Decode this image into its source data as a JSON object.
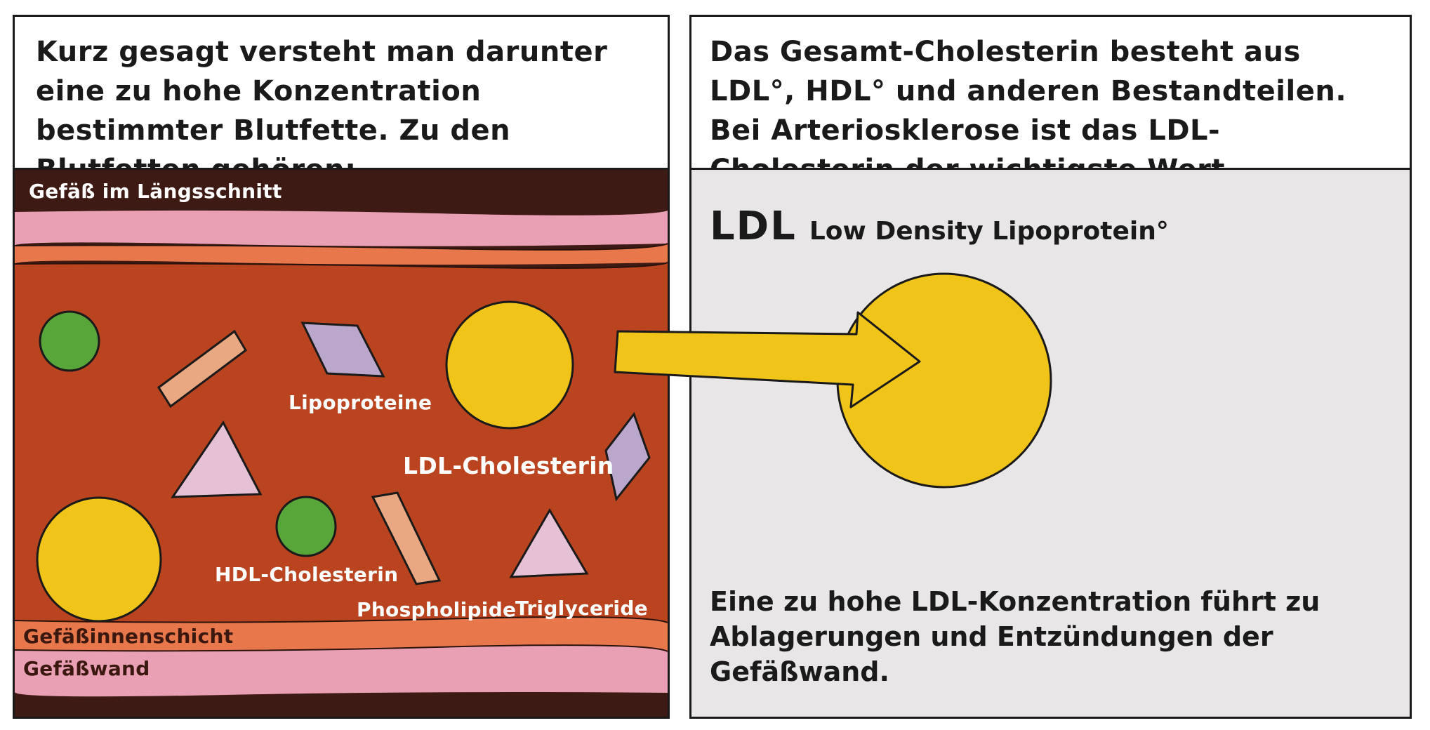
{
  "left_panel": {
    "caption": "Kurz gesagt versteht man darunter eine zu hohe Konzentration bestimmter Blutfette. Zu den Blutfetten gehören:",
    "vessel_title": "Gefäß im Längsschnitt",
    "labels": {
      "lipoproteine": "Lipoproteine",
      "ldl_cholesterin": "LDL-Cholesterin",
      "hdl_cholesterin": "HDL-Cholesterin",
      "phospholipide": "Phospholipide",
      "triglyceride": "Triglyceride",
      "innenschicht": "Gefäßinnenschicht",
      "gefaesswand": "Gefäßwand"
    }
  },
  "right_panel": {
    "caption": "Das Gesamt-Cholesterin besteht aus LDL°, HDL° und anderen Bestandteilen. Bei Arteriosklerose ist das LDL-Cholesterin der wichtigste Wert.",
    "ldl_abbr": "LDL",
    "ldl_full": "Low Density Lipoprotein°",
    "description": "Eine zu hohe LDL-Konzentration führt zu Ablagerungen und Entzündungen der Gefäßwand."
  },
  "colors": {
    "outer_wall": "#3d1a14",
    "pink_layer": "#eaa0b4",
    "orange_layer": "#e8784c",
    "blood": "#b9441f",
    "ldl_yellow": "#f0c419",
    "hdl_green": "#58a63a",
    "phospholipid": "#eaa882",
    "triglyceride": "#e6c0d4",
    "lipoprotein": "#bba6cc",
    "right_bg": "#e8e6e6"
  }
}
